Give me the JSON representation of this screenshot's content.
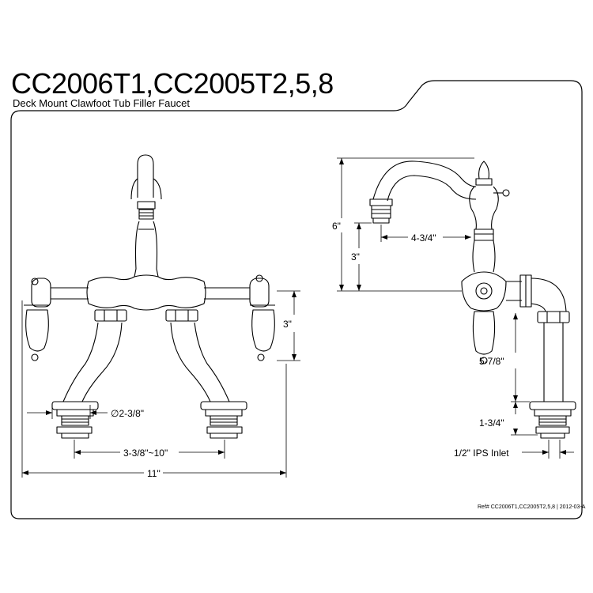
{
  "title": "CC2006T1,CC2005T2,5,8",
  "subtitle": "Deck Mount Clawfoot Tub Filler Faucet",
  "reference": "Ref# CC2006T1,CC2005T2,5,8 | 2012-03-A",
  "front_view": {
    "dim_handle_height": "3\"",
    "dim_flange_diameter": "∅2-3/8\"",
    "dim_center_spread": "3-3/8\"~10\"",
    "dim_overall_width": "11\""
  },
  "side_view": {
    "dim_total_height": "6\"",
    "dim_spout_height": "3\"",
    "dim_spout_reach": "4-3/4\"",
    "dim_leg_length": "5-7/8\"",
    "dim_shank_length": "1-3/4\"",
    "dim_inlet": "1/2\" IPS Inlet"
  }
}
